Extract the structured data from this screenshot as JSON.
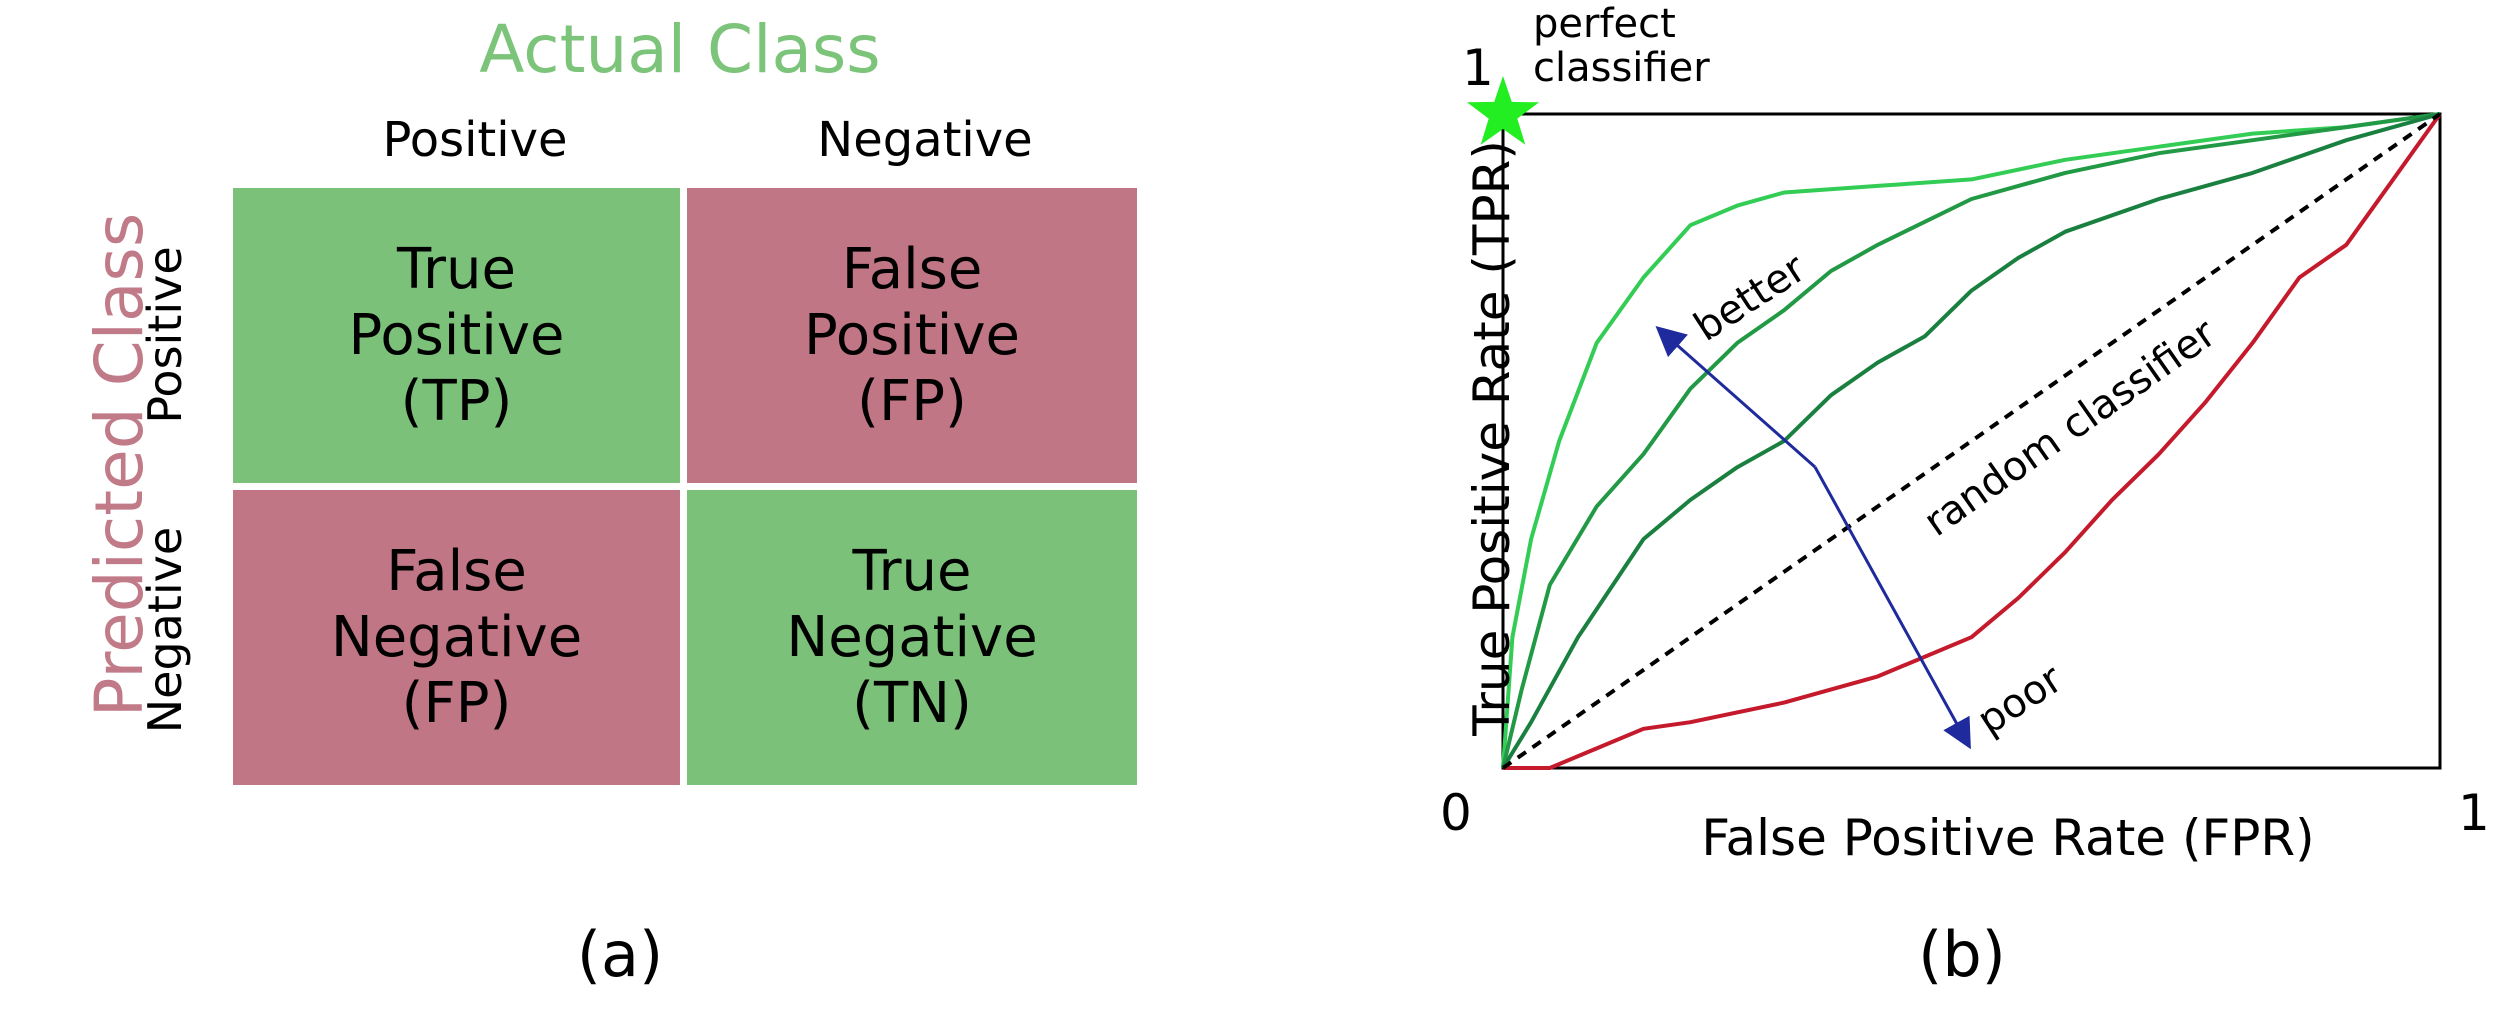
{
  "panel_a": {
    "actual_class_title": "Actual Class",
    "predicted_class_title": "Predicted Class",
    "columns": [
      "Positive",
      "Negative"
    ],
    "rows": [
      "Positive",
      "Negative"
    ],
    "cells": [
      {
        "lines": [
          "True",
          "Positive",
          "(TP)"
        ],
        "color": "#7cc17a"
      },
      {
        "lines": [
          "False",
          "Positive",
          "(FP)"
        ],
        "color": "#c07684"
      },
      {
        "lines": [
          "False",
          "Negative",
          "(FP)"
        ],
        "color": "#c07684"
      },
      {
        "lines": [
          "True",
          "Negative",
          "(TN)"
        ],
        "color": "#7cc17a"
      }
    ],
    "caption": "(a)"
  },
  "panel_b": {
    "xlabel": "False Positive Rate (FPR)",
    "ylabel": "True Positive Rate (TPR)",
    "tick_y_top": "1",
    "tick_origin": "0",
    "tick_x_right": "1",
    "perfect_label_line1": "perfect",
    "perfect_label_line2": "classifier",
    "random_label": "random classifier",
    "better_label": "better",
    "poor_label": "poor",
    "caption": "(b)",
    "colors": {
      "curve_best": "#33cc55",
      "curve_mid": "#229944",
      "curve_low": "#1a8040",
      "curve_poor": "#c41a2c",
      "random": "#000000",
      "arrow": "#1f2a9c",
      "star": "#22ee22"
    }
  },
  "chart_data": {
    "type": "line",
    "xlabel": "False Positive Rate (FPR)",
    "ylabel": "True Positive Rate (TPR)",
    "xlim": [
      0,
      1
    ],
    "ylim": [
      0,
      1
    ],
    "series": [
      {
        "color": "#33cc55",
        "x": [
          0,
          0.01,
          0.03,
          0.06,
          0.1,
          0.15,
          0.2,
          0.25,
          0.3,
          0.4,
          0.5,
          0.6,
          0.7,
          0.8,
          0.9,
          1.0
        ],
        "y": [
          0,
          0.2,
          0.35,
          0.5,
          0.65,
          0.75,
          0.83,
          0.86,
          0.88,
          0.89,
          0.9,
          0.93,
          0.95,
          0.97,
          0.98,
          1.0
        ]
      },
      {
        "color": "#229944",
        "x": [
          0,
          0.02,
          0.05,
          0.1,
          0.15,
          0.2,
          0.25,
          0.3,
          0.35,
          0.4,
          0.5,
          0.6,
          0.7,
          0.8,
          0.9,
          1.0
        ],
        "y": [
          0,
          0.12,
          0.28,
          0.4,
          0.48,
          0.58,
          0.65,
          0.7,
          0.76,
          0.8,
          0.87,
          0.91,
          0.94,
          0.96,
          0.98,
          1.0
        ]
      },
      {
        "color": "#1a8040",
        "x": [
          0,
          0.03,
          0.08,
          0.15,
          0.2,
          0.25,
          0.3,
          0.35,
          0.4,
          0.45,
          0.5,
          0.55,
          0.6,
          0.7,
          0.8,
          0.9,
          1.0
        ],
        "y": [
          0,
          0.07,
          0.2,
          0.35,
          0.41,
          0.46,
          0.5,
          0.57,
          0.62,
          0.66,
          0.73,
          0.78,
          0.82,
          0.87,
          0.91,
          0.96,
          1.0
        ]
      },
      {
        "color": "#c41a2c",
        "x": [
          0,
          0.05,
          0.1,
          0.15,
          0.2,
          0.3,
          0.4,
          0.5,
          0.55,
          0.6,
          0.65,
          0.7,
          0.75,
          0.8,
          0.85,
          0.9,
          0.95,
          1.0
        ],
        "y": [
          0,
          0.0,
          0.03,
          0.06,
          0.07,
          0.1,
          0.14,
          0.2,
          0.26,
          0.33,
          0.41,
          0.48,
          0.56,
          0.65,
          0.75,
          0.8,
          0.9,
          1.0
        ]
      },
      {
        "color": "#000000",
        "x": [
          0,
          1
        ],
        "y": [
          0,
          1
        ]
      }
    ]
  }
}
